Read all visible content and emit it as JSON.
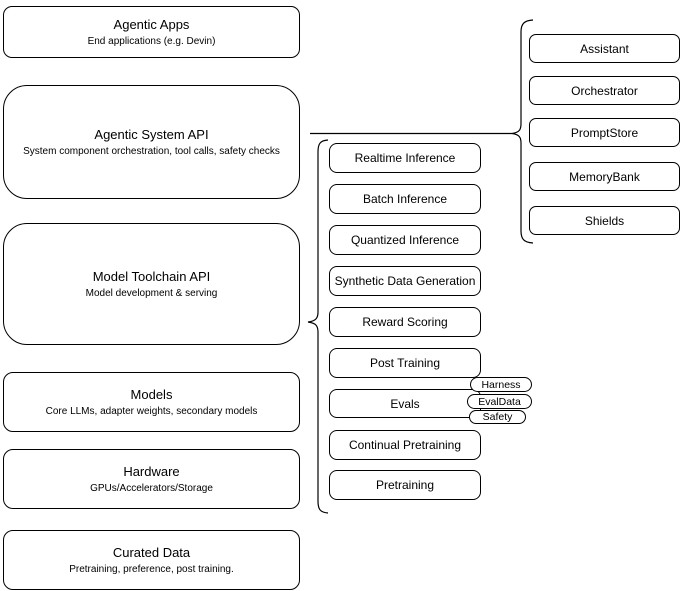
{
  "diagram": {
    "left_column": [
      {
        "title": "Agentic Apps",
        "subtitle": "End applications (e.g. Devin)"
      },
      {
        "title": "Agentic System API",
        "subtitle": "System component orchestration, tool calls, safety checks"
      },
      {
        "title": "Model Toolchain API",
        "subtitle": "Model development & serving"
      },
      {
        "title": "Models",
        "subtitle": "Core LLMs, adapter weights, secondary models"
      },
      {
        "title": "Hardware",
        "subtitle": "GPUs/Accelerators/Storage"
      },
      {
        "title": "Curated Data",
        "subtitle": "Pretraining, preference, post training."
      }
    ],
    "toolchain_group": [
      "Realtime Inference",
      "Batch Inference",
      "Quantized Inference",
      "Synthetic Data Generation",
      "Reward Scoring",
      "Post Training",
      "Evals",
      "Continual Pretraining",
      "Pretraining"
    ],
    "eval_tags": [
      "Harness",
      "EvalData",
      "Safety"
    ],
    "system_group": [
      "Assistant",
      "Orchestrator",
      "PromptStore",
      "MemoryBank",
      "Shields"
    ],
    "colors": {
      "stroke": "#000000",
      "fill": "#ffffff",
      "text": "#000000"
    }
  }
}
